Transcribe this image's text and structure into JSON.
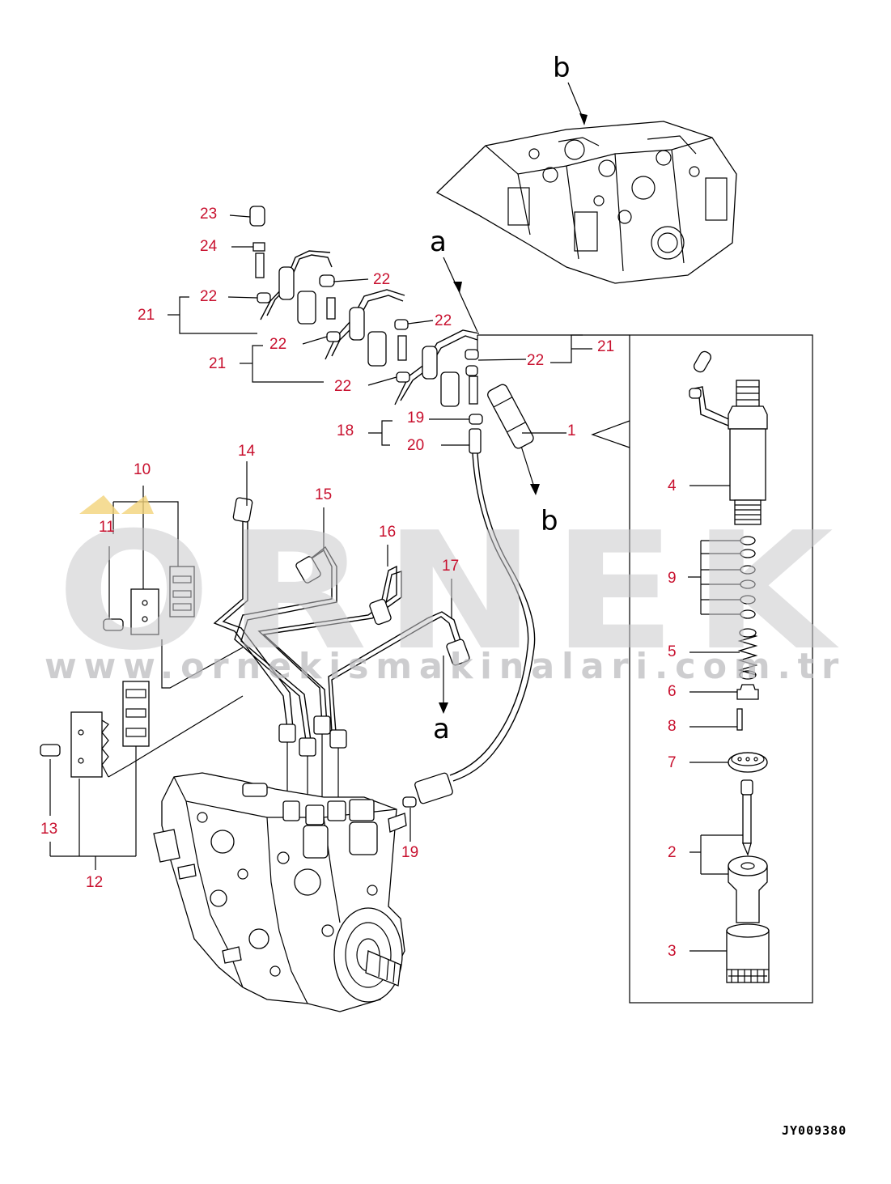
{
  "watermark": {
    "brand": "ORNEK",
    "url": "www.ornekismakinalari.com.tr"
  },
  "drawing_code": "JY009380",
  "view_refs": {
    "a": "a",
    "b": "b"
  },
  "callouts": {
    "c1": "1",
    "c2": "2",
    "c3": "3",
    "c4": "4",
    "c5": "5",
    "c6": "6",
    "c7": "7",
    "c8": "8",
    "c9": "9",
    "c10": "10",
    "c11": "11",
    "c12": "12",
    "c13": "13",
    "c14": "14",
    "c15": "15",
    "c16": "16",
    "c17": "17",
    "c18": "18",
    "c19": "19",
    "c20": "20",
    "c21": "21",
    "c22": "22",
    "c23": "23",
    "c24": "24"
  },
  "colors": {
    "callout": "#c8102e",
    "line": "#000000",
    "watermark": "#c9c9cc",
    "accent": "#f2d37a"
  }
}
